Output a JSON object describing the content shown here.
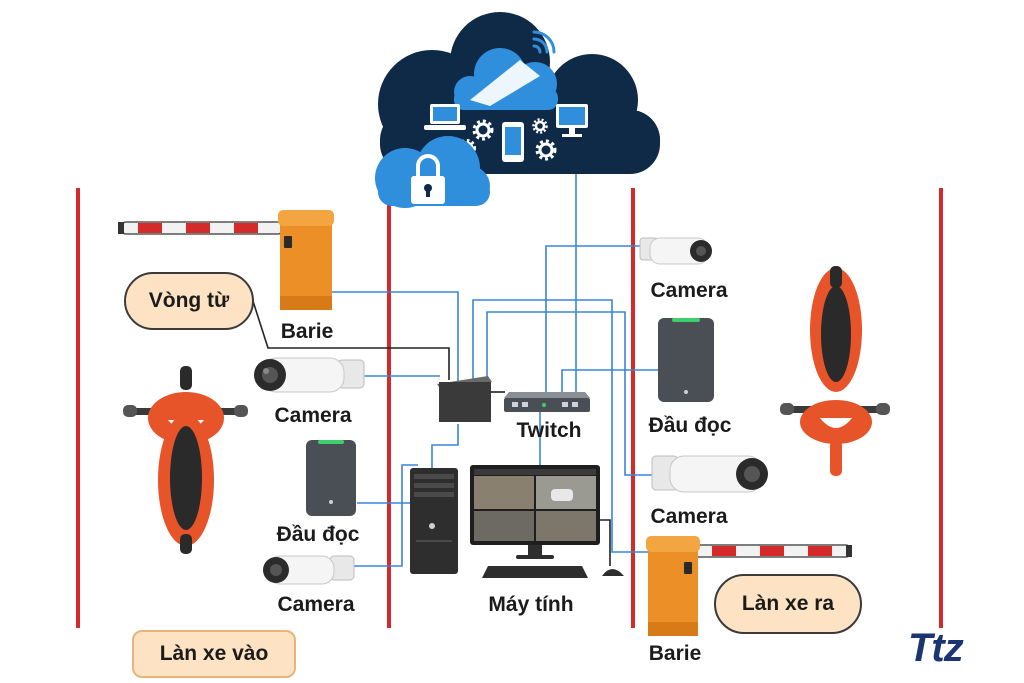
{
  "labels": {
    "loop": "Vòng từ",
    "barrier_in": "Barie",
    "camera_in_top": "Camera",
    "reader_in": "Đầu đọc",
    "camera_in_bottom": "Camera",
    "switch": "Twitch",
    "computer": "Máy tính",
    "camera_out_top": "Camera",
    "reader_out": "Đầu đọc",
    "camera_out_bottom": "Camera",
    "barrier_out": "Barie",
    "lane_in": "Làn xe vào",
    "lane_out": "Làn xe ra"
  },
  "brand": "Ttz",
  "icons": [
    "cloud-icon",
    "wifi-icon",
    "laptop-icon",
    "gear-icon",
    "smartphone-icon",
    "monitor-icon",
    "lock-icon",
    "barrier-gate-icon",
    "bullet-camera-icon",
    "card-reader-icon",
    "motorbike-icon",
    "network-switch-icon",
    "controller-box-icon",
    "pc-tower-icon",
    "mouse-icon"
  ],
  "colors": {
    "lane_line": "#d42a2a",
    "cloud": "#0e2a47",
    "cloud_accent": "#2f8fdc",
    "wire_blue": "#3a86d8",
    "wire_dark": "#222222",
    "barrier": "#ec8f26",
    "motorbike": "#e8542a",
    "pill_fill": "#fde3c3",
    "brand": "#1a3572"
  }
}
